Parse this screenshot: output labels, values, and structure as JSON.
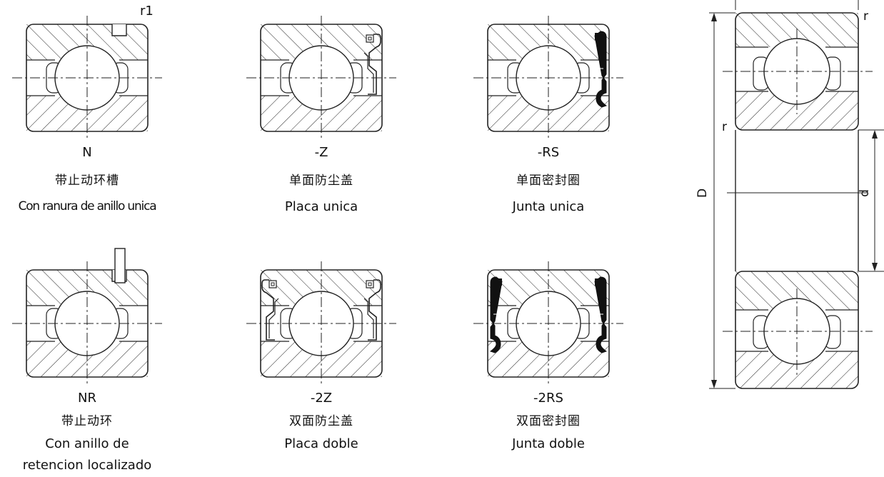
{
  "top_note": "r1",
  "variants": [
    {
      "code": "N",
      "cn": "带止动环槽",
      "es": "Con ranura de anillo unica"
    },
    {
      "code": "-Z",
      "cn": "单面防尘盖",
      "es": "Placa unica"
    },
    {
      "code": "-RS",
      "cn": "单面密封圈",
      "es": "Junta unica"
    },
    {
      "code": "NR",
      "cn": "带止动环",
      "es": "Con anillo de",
      "es2": "retencion localizado"
    },
    {
      "code": "-2Z",
      "cn": "双面防尘盖",
      "es": "Placa doble"
    },
    {
      "code": "-2RS",
      "cn": "双面密封圈",
      "es": "Junta doble"
    }
  ],
  "dimensions": {
    "r_top": "r",
    "r_side": "r",
    "D": "D",
    "d": "d"
  }
}
